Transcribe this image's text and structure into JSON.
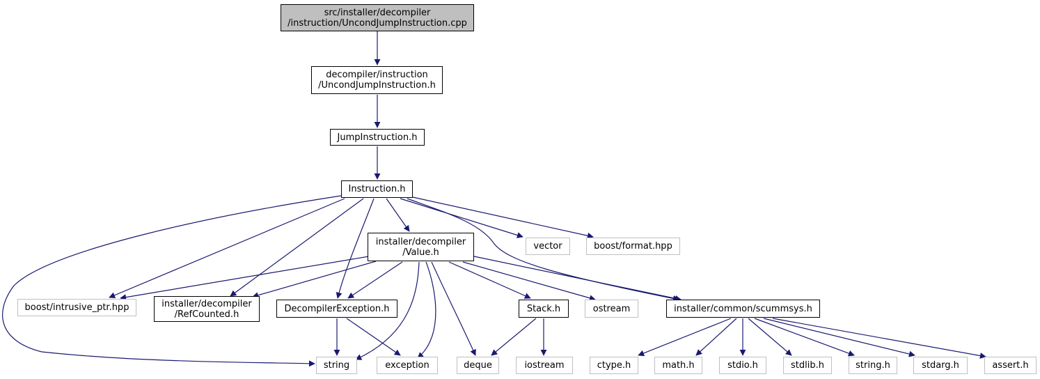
{
  "colors": {
    "edge": "#191970",
    "root_fill": "#bfbfbf",
    "node_border": "#000000",
    "external_border": "#bfbfbf"
  },
  "nodes": {
    "root": "src/installer/decompiler\n/instruction/UncondJumpInstruction.cpp",
    "uncond_h": "decompiler/instruction\n/UncondJumpInstruction.h",
    "jump_h": "JumpInstruction.h",
    "instruction_h": "Instruction.h",
    "value_h": "installer/decompiler\n/Value.h",
    "vector": "vector",
    "boost_format": "boost/format.hpp",
    "boost_intrusive": "boost/intrusive_ptr.hpp",
    "refcounted_h": "installer/decompiler\n/RefCounted.h",
    "decompiler_exception_h": "DecompilerException.h",
    "stack_h": "Stack.h",
    "ostream": "ostream",
    "scummsys_h": "installer/common/scummsys.h",
    "string": "string",
    "exception": "exception",
    "deque": "deque",
    "iostream": "iostream",
    "ctype_h": "ctype.h",
    "math_h": "math.h",
    "stdio_h": "stdio.h",
    "stdlib_h": "stdlib.h",
    "string_h": "string.h",
    "stdarg_h": "stdarg.h",
    "assert_h": "assert.h"
  }
}
